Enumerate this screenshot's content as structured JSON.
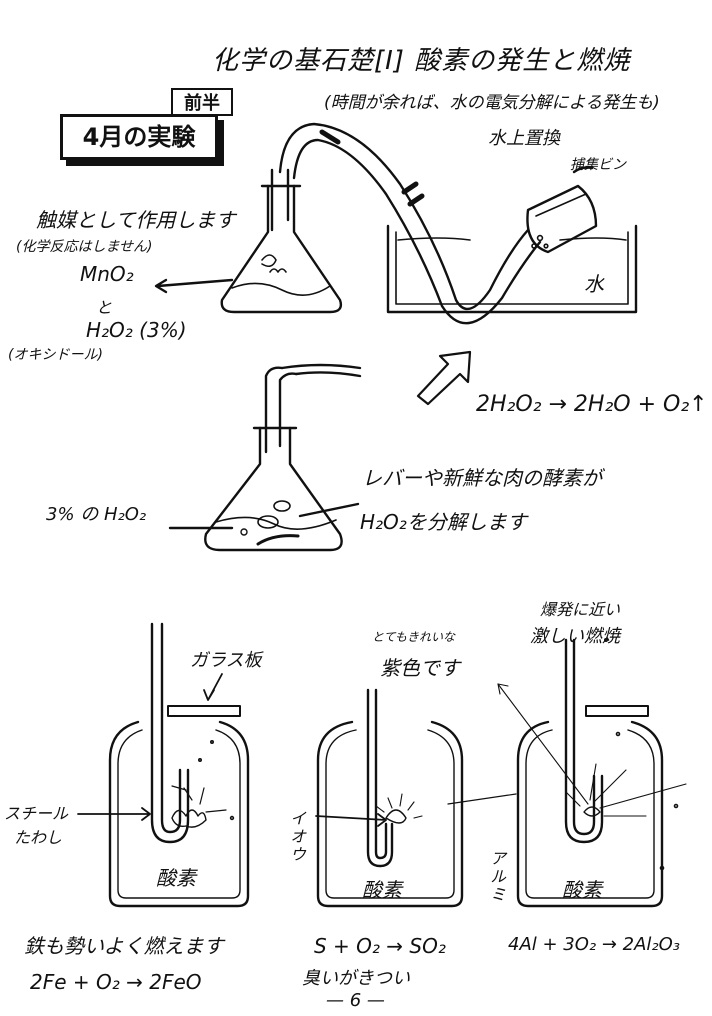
{
  "page": {
    "title": "化学の基石楚[I]  酸素の発生と燃焼",
    "subtitle": "(時間が余れば、水の電気分解による発生も)",
    "tag": "前半",
    "box": "4月の実験",
    "page_number": "— 6 —"
  },
  "apparatus": {
    "method": "水上置換",
    "bottle_label": "捕集ビン",
    "water_label": "水",
    "catalyst_line1": "触媒として作用します",
    "catalyst_line2": "(化学反応はしません)",
    "mno2": "MnO₂",
    "and": "と",
    "h2o2": "H₂O₂  (3%)",
    "oxydol": "(オキシドール)",
    "equation": "2H₂O₂ → 2H₂O + O₂↑"
  },
  "liver": {
    "h2o2_label": "3% の H₂O₂",
    "enzyme_line1": "レバーや新鮮な肉の酵素が",
    "enzyme_line2": "H₂O₂を分解します"
  },
  "combustion": {
    "glass_plate": "ガラス板",
    "oxygen": "酸素",
    "iron": {
      "item_line1": "スチール",
      "item_line2": "たわし",
      "note": "鉄も勢いよく燃えます",
      "equation": "2Fe + O₂ → 2FeO"
    },
    "sulfur": {
      "item": "イオウ",
      "note_line1": "とてもきれいな",
      "note_line2": "紫色です",
      "equation": "S + O₂ → SO₂",
      "smell": "臭いがきつい"
    },
    "aluminum": {
      "item": "アルミ",
      "note_line1": "爆発に近い",
      "note_line2": "激しい燃焼",
      "equation": "4Al + 3O₂ → 2Al₂O₃"
    }
  }
}
